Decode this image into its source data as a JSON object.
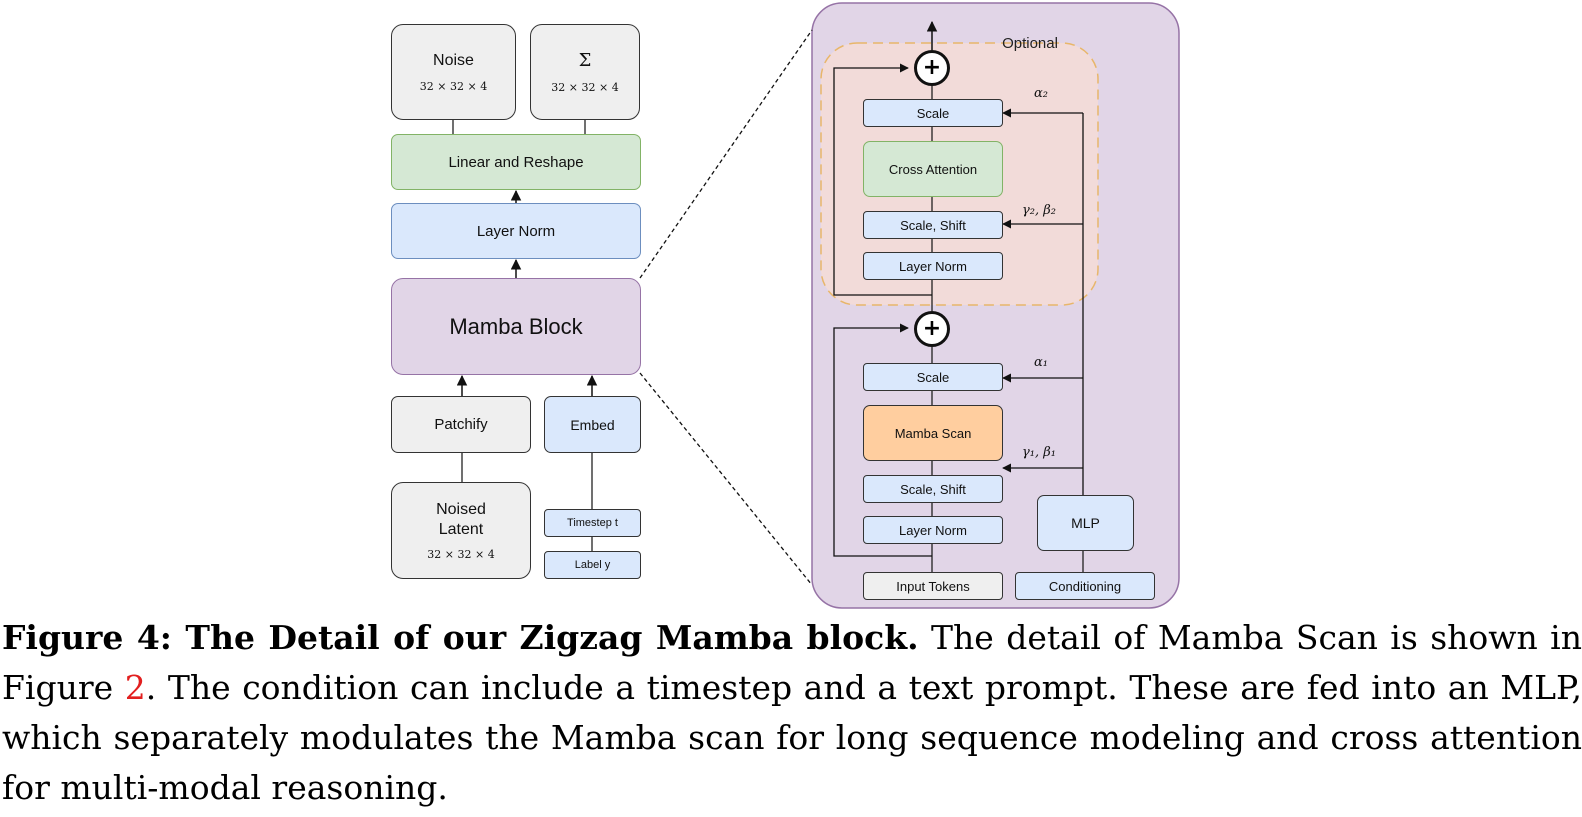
{
  "left": {
    "noise": {
      "label": "Noise",
      "dims": "32 × 32 × 4"
    },
    "sigma": {
      "label": "Σ",
      "dims": "32 × 32 × 4"
    },
    "linear_reshape": "Linear and Reshape",
    "layer_norm": "Layer Norm",
    "mamba_block": "Mamba Block",
    "patchify": "Patchify",
    "embed": "Embed",
    "noised_latent": {
      "line1": "Noised",
      "line2": "Latent",
      "dims": "32 × 32 × 4"
    },
    "timestep": "Timestep t",
    "label": "Label y"
  },
  "right": {
    "optional": "Optional",
    "scale_top": "Scale",
    "cross_attention": "Cross Attention",
    "scale_shift_top": "Scale, Shift",
    "layer_norm_top": "Layer Norm",
    "scale_bottom": "Scale",
    "mamba_scan": "Mamba Scan",
    "scale_shift_bottom": "Scale, Shift",
    "layer_norm_bottom": "Layer Norm",
    "mlp": "MLP",
    "input_tokens": "Input Tokens",
    "conditioning": "Conditioning",
    "alpha2": "α₂",
    "gamma2_beta2": "γ₂, β₂",
    "alpha1": "α₁",
    "gamma1_beta1": "γ₁, β₁",
    "plus_symbol": "+"
  },
  "caption": {
    "title": "Figure 4: The Detail of our Zigzag Mamba block.",
    "text_a": " The detail of Mamba Scan is shown in Figure ",
    "ref": "2",
    "text_b": ". The condition can include a timestep and a text prompt. These are fed into an MLP, which separately modulates the Mamba scan for long sequence modeling and cross attention for multi-modal reasoning."
  },
  "colors": {
    "gray_fill": "#efefef",
    "blue_fill": "#dae8fc",
    "blue_stroke": "#6c8ebf",
    "green_fill": "#d5e8d4",
    "green_stroke": "#82b366",
    "purple_fill": "#e1d5e7",
    "purple_stroke": "#9673a6",
    "orange_fill": "#ffce9f",
    "orange_stroke": "#d79b00",
    "optional_fill": "#f2dbd9",
    "optional_stroke": "#e8b66a"
  }
}
